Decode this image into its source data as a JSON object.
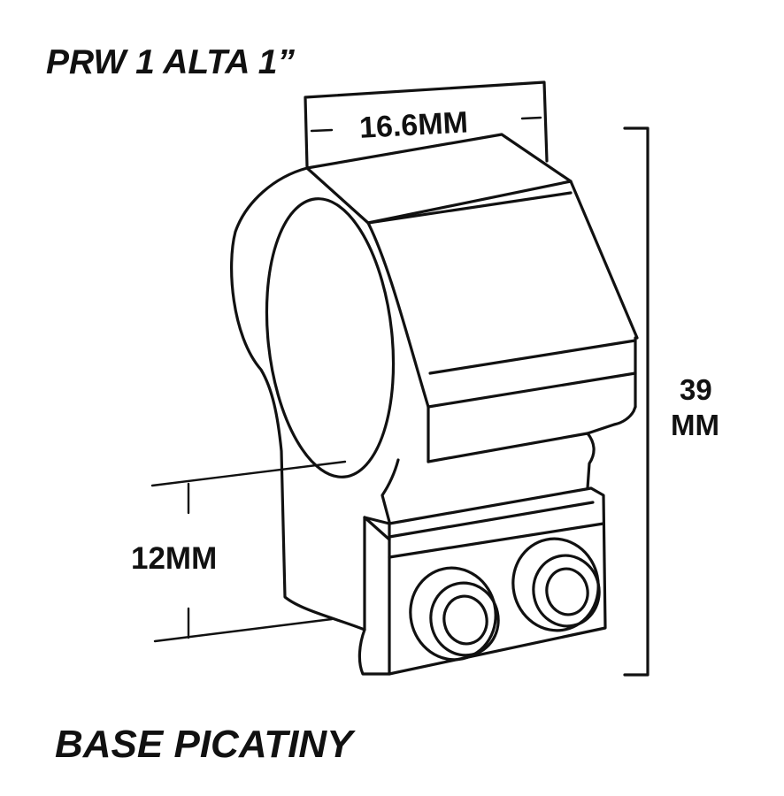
{
  "title": "PRW 1 ALTA  1”",
  "dimensions": {
    "width_label": "16.6MM",
    "height_label_top": "39",
    "height_label_bottom": "MM",
    "base_height_label": "12MM"
  },
  "footer": "BASE PICATINY"
}
